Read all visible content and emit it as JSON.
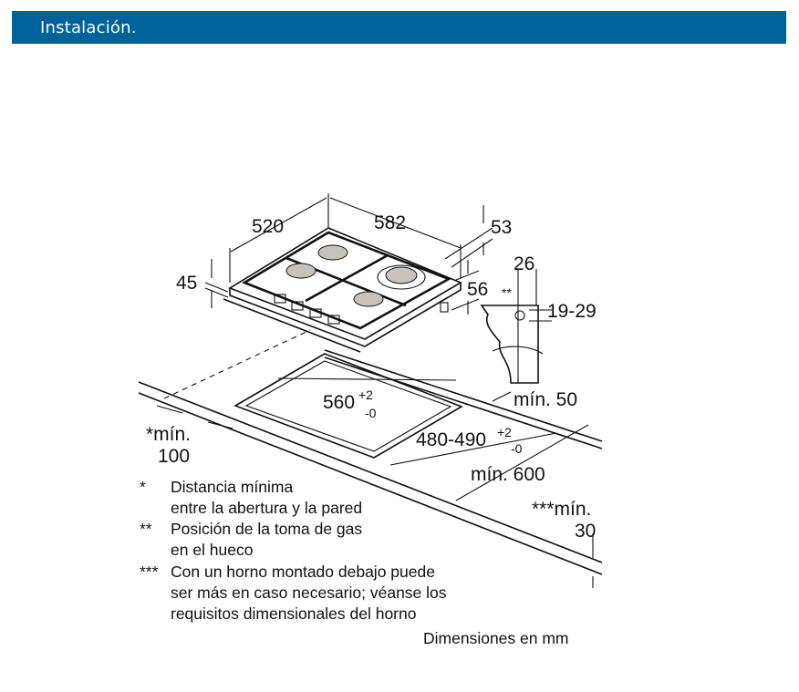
{
  "header": {
    "title": "Instalación.",
    "color": "#00629a"
  },
  "diagram": {
    "dims": {
      "depth": "520",
      "width": "582",
      "d53": "53",
      "h45": "45",
      "d56": "56",
      "d26": "26",
      "gas_marker": "**",
      "h19_29": "19-29",
      "cut_width": "560",
      "cut_width_tol_plus": "+2",
      "cut_width_tol_minus": "-0",
      "min50": "mín. 50",
      "cut_depth": "480-490",
      "cut_depth_tol_plus": "+2",
      "cut_depth_tol_minus": "-0",
      "min600": "mín. 600",
      "min100_a": "*mín.",
      "min100_b": "100",
      "min30_a": "***mín.",
      "min30_b": "30"
    },
    "notes": [
      {
        "mark": "*",
        "lines": [
          "Distancia mínima",
          "entre la abertura y la pared"
        ]
      },
      {
        "mark": "**",
        "lines": [
          "Posición de la toma de gas",
          "en el hueco"
        ]
      },
      {
        "mark": "***",
        "lines": [
          "Con un horno montado debajo puede",
          "ser más en caso necesario; véanse los",
          "requisitos dimensionales del horno"
        ]
      }
    ],
    "units": "Dimensiones en mm"
  }
}
